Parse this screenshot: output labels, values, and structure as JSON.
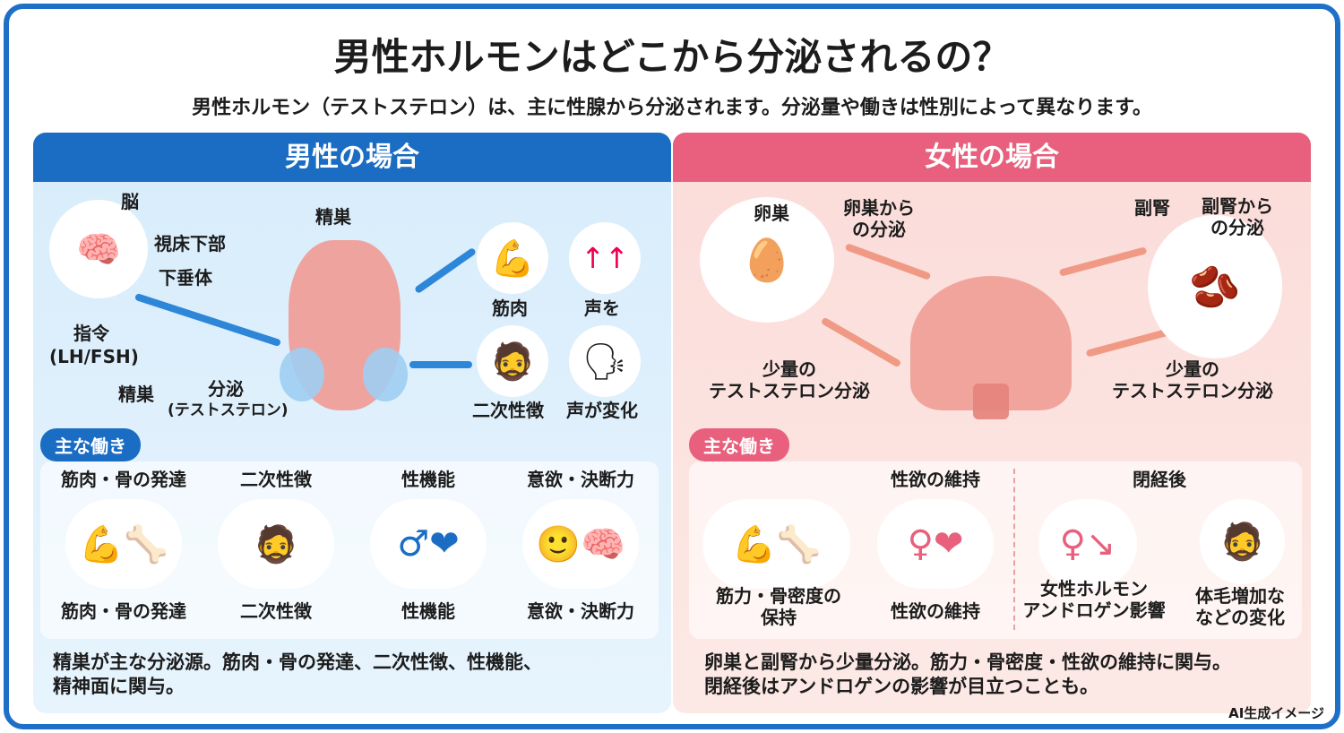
{
  "title": "男性ホルモンはどこから分泌されるの？",
  "subtitle": "男性ホルモン（テストステロン）は、主に性腺から分泌されます。分泌量や働きは性別によって異なります。",
  "colors": {
    "male": "#1a6dc3",
    "female": "#e8607d",
    "frame": "#1d6fc7"
  },
  "male": {
    "header": "男性の場合",
    "labels": {
      "brain": "脳",
      "hypothalamus": "視床下部",
      "pituitary": "下垂体",
      "command": "指令",
      "command_sub": "(LH/FSH)",
      "testis": "精巣",
      "testis_left": "精巣",
      "secretion": "分泌",
      "secretion_sub": "(テストステロン)",
      "muscle": "筋肉",
      "voice": "声を",
      "secondary": "二次性徴",
      "voice_change": "声が変化"
    },
    "badge": "主な働き",
    "functions": [
      {
        "top": "筋肉・骨の発達",
        "bottom": "筋肉・骨の発達",
        "icon": "muscle-bone-icon",
        "glyph": "💪🦴"
      },
      {
        "top": "二次性徴",
        "bottom": "二次性徴",
        "icon": "beard-face-icon",
        "glyph": "🧔"
      },
      {
        "top": "性機能",
        "bottom": "性機能",
        "icon": "male-symbol-heart-icon",
        "glyph": "♂❤"
      },
      {
        "top": "意欲・決断力",
        "bottom": "意欲・決断力",
        "icon": "brain-up-icon",
        "glyph": "🙂🧠"
      }
    ],
    "note": [
      "精巣が主な分泌源。筋肉・骨の発達、二次性徴、性機能、",
      "精神面に関与。"
    ]
  },
  "female": {
    "header": "女性の場合",
    "labels": {
      "ovary": "卵巣",
      "ovary_secretion": "卵巣から\nの分泌",
      "adrenal": "副腎",
      "adrenal_secretion": "副腎から\nの分泌",
      "small_left": "少量の\nテストステロン分泌",
      "small_right": "少量の\nテストステロン分泌"
    },
    "badge": "主な働き",
    "functions": [
      {
        "top": "",
        "bottom": "筋力・骨密度の\n保持",
        "icon": "muscle-spine-icon",
        "glyph": "💪🦴"
      },
      {
        "top": "性欲の維持",
        "bottom": "性欲の維持",
        "icon": "female-symbol-heart-icon",
        "glyph": "♀❤"
      },
      {
        "top": "閉経後",
        "bottom": "女性ホルモン\nアンドロゲン影響",
        "icon": "female-decline-icon",
        "glyph": "♀↘"
      },
      {
        "top": "",
        "bottom": "体毛増加な\nなどの変化",
        "icon": "face-icon",
        "glyph": "🧔"
      }
    ],
    "note": [
      "卵巣と副腎から少量分泌。筋力・骨密度・性欲の維持に関与。",
      "閉経後はアンドロゲンの影響が目立つことも。"
    ]
  },
  "footer": "AI生成イメージ"
}
